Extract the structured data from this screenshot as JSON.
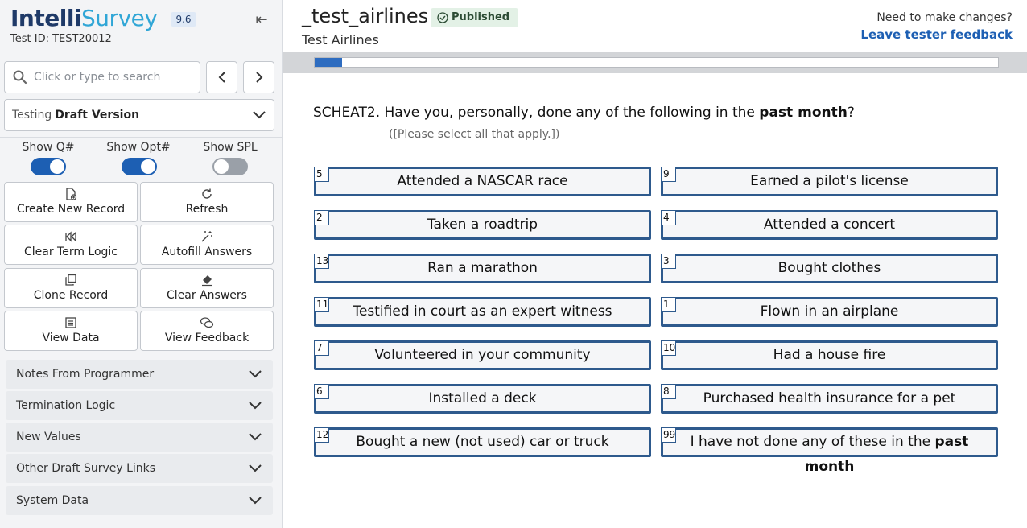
{
  "brand": {
    "part1": "Intelli",
    "part2": "Survey",
    "version": "9.6",
    "test_id": "Test ID: TEST20012"
  },
  "search": {
    "placeholder": "Click or type to search"
  },
  "version_select": {
    "label": "Testing",
    "value": "Draft Version"
  },
  "toggles": [
    {
      "label": "Show Q#",
      "state": "on"
    },
    {
      "label": "Show Opt#",
      "state": "on"
    },
    {
      "label": "Show SPL",
      "state": "off"
    }
  ],
  "actions": [
    {
      "label": "Create New Record",
      "icon": "file-plus-icon"
    },
    {
      "label": "Refresh",
      "icon": "refresh-icon"
    },
    {
      "label": "Clear Term Logic",
      "icon": "rewind-icon"
    },
    {
      "label": "Autofill Answers",
      "icon": "magic-wand-icon"
    },
    {
      "label": "Clone Record",
      "icon": "copy-icon"
    },
    {
      "label": "Clear Answers",
      "icon": "eraser-icon"
    },
    {
      "label": "View Data",
      "icon": "list-icon"
    },
    {
      "label": "View Feedback",
      "icon": "chat-bubbles-icon"
    }
  ],
  "accordions": [
    "Notes From Programmer",
    "Termination Logic",
    "New Values",
    "Other Draft Survey Links",
    "System Data"
  ],
  "header": {
    "title": "_test_airlines",
    "status": "Published",
    "subtitle": "Test Airlines",
    "need_changes": "Need to make changes?",
    "feedback_link": "Leave tester feedback"
  },
  "progress": {
    "fraction": 0.04
  },
  "question": {
    "prefix": "SCHEAT2. Have you, personally, done any of the following in the",
    "bold": "past month",
    "suffix": "?",
    "instruction": "([Please select all that apply.])"
  },
  "options": [
    {
      "num": "5",
      "label": "Attended a NASCAR race"
    },
    {
      "num": "9",
      "label": "Earned a pilot's license"
    },
    {
      "num": "2",
      "label": "Taken a roadtrip"
    },
    {
      "num": "4",
      "label": "Attended a concert"
    },
    {
      "num": "13",
      "label": "Ran a marathon"
    },
    {
      "num": "3",
      "label": "Bought clothes"
    },
    {
      "num": "11",
      "label": "Testified in court as an expert witness"
    },
    {
      "num": "1",
      "label": "Flown in an airplane"
    },
    {
      "num": "7",
      "label": "Volunteered in your community"
    },
    {
      "num": "10",
      "label": "Had a house fire"
    },
    {
      "num": "6",
      "label": "Installed a deck"
    },
    {
      "num": "8",
      "label": "Purchased health insurance for a pet"
    },
    {
      "num": "12",
      "label": "Bought a new (not used) car or truck"
    },
    {
      "num": "99",
      "label": "I have not done any of these in the",
      "bold": "past month"
    }
  ],
  "colors": {
    "primary": "#1d5fb3",
    "option_border": "#2e5a8d",
    "brand_dark": "#1f3a68",
    "brand_light": "#30a6d6"
  }
}
